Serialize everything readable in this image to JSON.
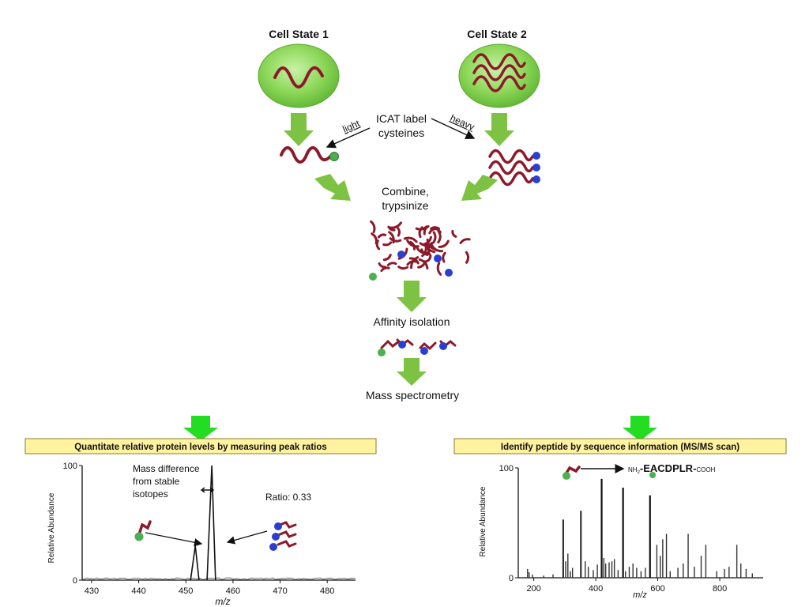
{
  "diagram": {
    "cell_state_1": "Cell State 1",
    "cell_state_2": "Cell State 2",
    "label_light": "light",
    "label_heavy": "heavy",
    "icat_line1": "ICAT label",
    "icat_line2": "cysteines",
    "combine_line1": "Combine,",
    "combine_line2": "trypsinize",
    "affinity": "Affinity isolation",
    "mass_spec": "Mass spectrometry"
  },
  "left_panel": {
    "banner": "Quantitate relative protein levels by measuring peak ratios",
    "note_line1": "Mass difference",
    "note_line2": "from stable",
    "note_line3": "isotopes",
    "ratio": "Ratio: 0.33"
  },
  "right_panel": {
    "banner": "Identify peptide by sequence information (MS/MS scan)",
    "peptide_prefix": "NH",
    "peptide_subscript": "2",
    "peptide_sequence": "-EACDPLR-",
    "peptide_suffix": "COOH"
  },
  "colors": {
    "arrow_green": "#7ec244",
    "cell_green": "#8ed85a",
    "protein_red": "#8b1a2a",
    "banner_yellow": "#fff3a0",
    "tag_green": "#4caf50",
    "tag_blue": "#2a3fd0",
    "bright_arrow": "#22dd22"
  },
  "chart_data": [
    {
      "type": "line",
      "title": "",
      "xlabel": "m/z",
      "ylabel": "Relative Abundance",
      "xlim": [
        428,
        486
      ],
      "ylim": [
        0,
        100
      ],
      "x_ticks": [
        430,
        440,
        450,
        460,
        470,
        480
      ],
      "y_ticks": [
        0,
        100
      ],
      "series": [
        {
          "points": [
            [
              451,
              0
            ],
            [
              452,
              30
            ],
            [
              452.8,
              0
            ]
          ]
        },
        {
          "points": [
            [
              454.5,
              0
            ],
            [
              455.5,
              100
            ],
            [
              456.3,
              0
            ]
          ]
        }
      ]
    },
    {
      "type": "bar",
      "title": "",
      "xlabel": "m/z",
      "ylabel": "Relative Abundance",
      "xlim": [
        150,
        940
      ],
      "ylim": [
        0,
        100
      ],
      "x_ticks": [
        200,
        400,
        600,
        800
      ],
      "y_ticks": [
        0,
        100
      ],
      "peaks": [
        [
          180,
          8
        ],
        [
          185,
          5
        ],
        [
          196,
          3
        ],
        [
          232,
          2
        ],
        [
          262,
          3
        ],
        [
          295,
          53
        ],
        [
          303,
          15
        ],
        [
          310,
          22
        ],
        [
          318,
          6
        ],
        [
          325,
          9
        ],
        [
          352,
          61
        ],
        [
          366,
          15
        ],
        [
          376,
          10
        ],
        [
          392,
          7
        ],
        [
          405,
          12
        ],
        [
          419,
          90
        ],
        [
          426,
          18
        ],
        [
          432,
          13
        ],
        [
          443,
          14
        ],
        [
          452,
          15
        ],
        [
          460,
          17
        ],
        [
          472,
          7
        ],
        [
          488,
          82
        ],
        [
          496,
          6
        ],
        [
          508,
          10
        ],
        [
          520,
          13
        ],
        [
          532,
          9
        ],
        [
          546,
          6
        ],
        [
          560,
          9
        ],
        [
          575,
          75
        ],
        [
          597,
          30
        ],
        [
          608,
          20
        ],
        [
          616,
          35
        ],
        [
          628,
          40
        ],
        [
          640,
          6
        ],
        [
          665,
          9
        ],
        [
          682,
          13
        ],
        [
          698,
          40
        ],
        [
          718,
          10
        ],
        [
          740,
          20
        ],
        [
          755,
          30
        ],
        [
          790,
          6
        ],
        [
          815,
          8
        ],
        [
          830,
          10
        ],
        [
          855,
          30
        ],
        [
          868,
          13
        ],
        [
          885,
          8
        ],
        [
          905,
          4
        ]
      ]
    }
  ]
}
